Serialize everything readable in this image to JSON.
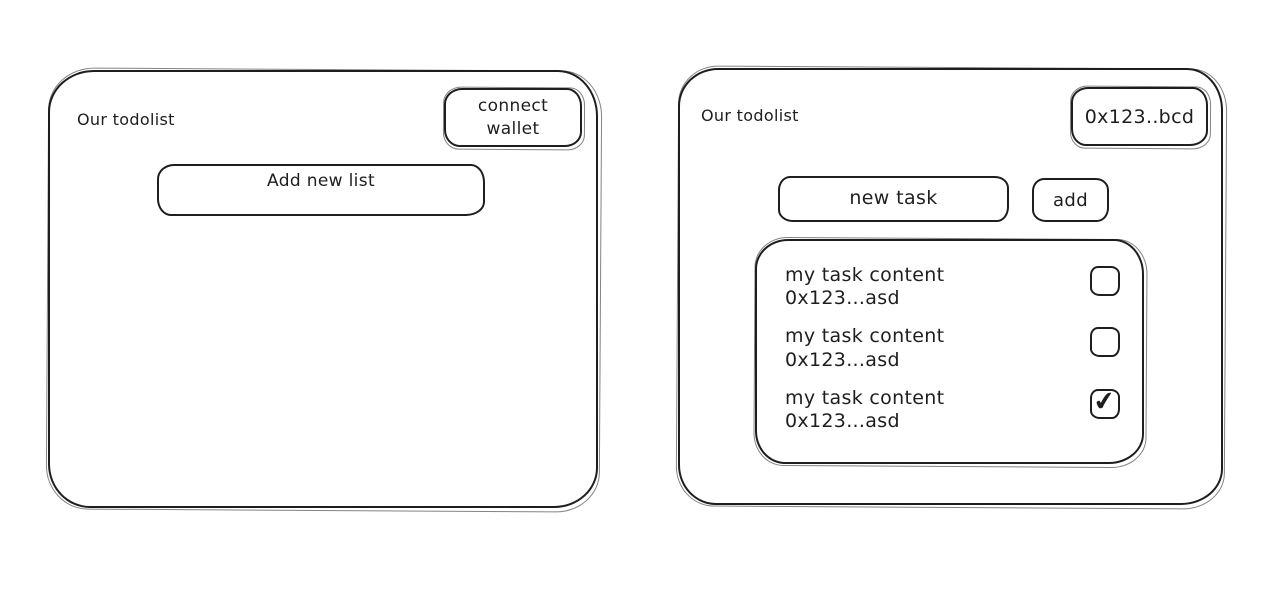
{
  "colors": {
    "stroke": "#1e1e1e",
    "background": "#ffffff"
  },
  "left_panel": {
    "title": "Our todolist",
    "connect_wallet_button": {
      "label_line1": "connect",
      "label_line2": "wallet"
    },
    "add_new_list_input": {
      "placeholder": "Add new list",
      "value": ""
    }
  },
  "right_panel": {
    "title": "Our todolist",
    "wallet_address_badge": "0x123..bcd",
    "new_task_input": {
      "placeholder": "new task",
      "value": ""
    },
    "add_button_label": "add",
    "task_list": {
      "tasks": [
        {
          "content": "my task content",
          "address": "0x123...asd",
          "checked": false
        },
        {
          "content": "my task content",
          "address": "0x123...asd",
          "checked": false
        },
        {
          "content": "my task content",
          "address": "0x123...asd",
          "checked": true
        }
      ]
    }
  },
  "icons": {
    "check_glyph": "✔"
  }
}
